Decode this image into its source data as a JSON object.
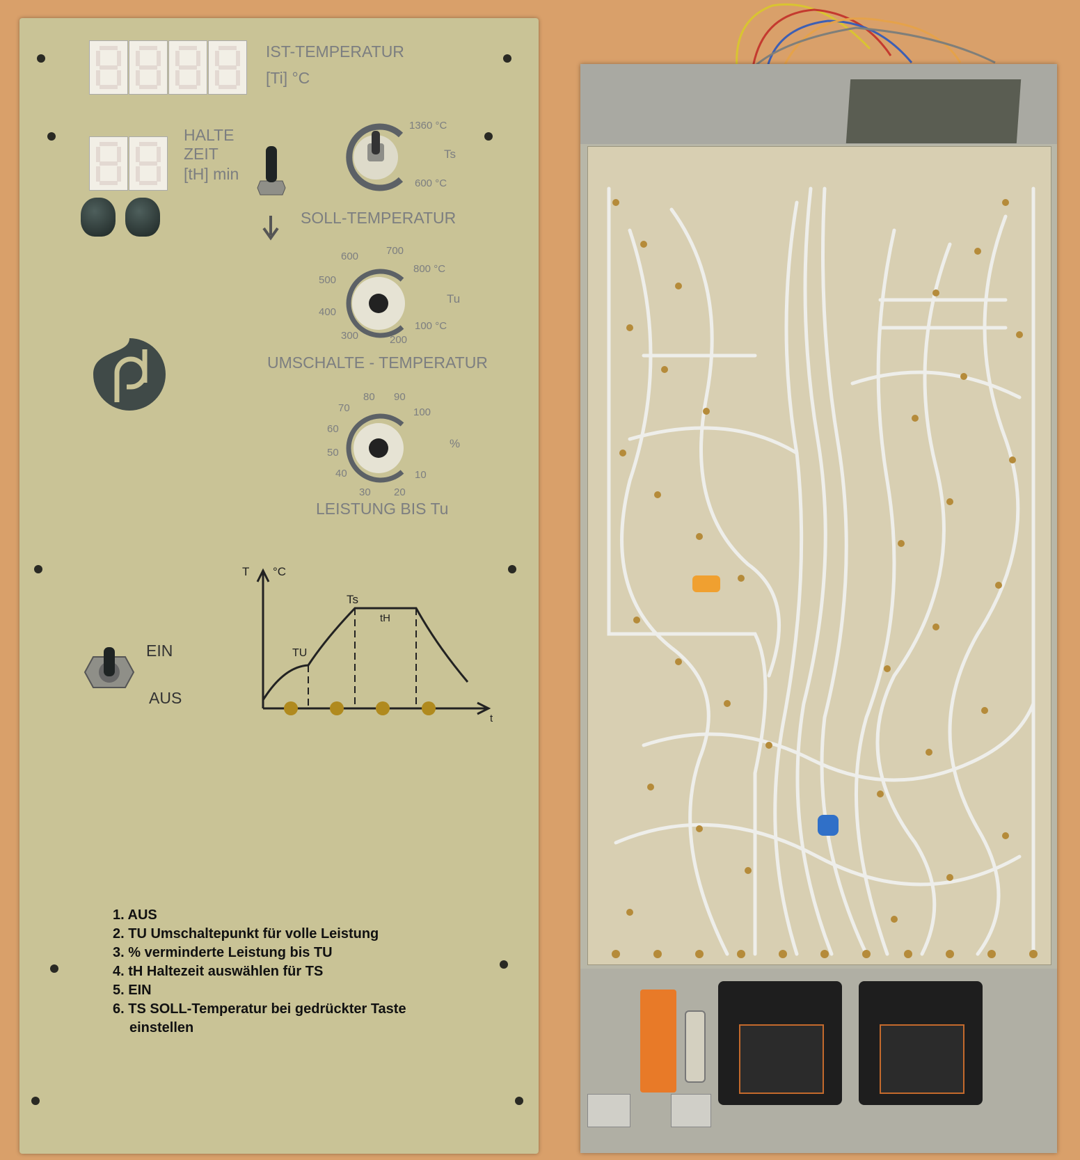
{
  "front_panel": {
    "actual_temp": {
      "label": "IST-TEMPERATUR",
      "unit": "[Ti]  °C"
    },
    "hold_time": {
      "line1": "HALTE",
      "line2": "ZEIT",
      "line3": "[tH]  min"
    },
    "set_temp": {
      "label": "SOLL-TEMPERATUR",
      "max": "1360 °C",
      "min": "600 °C",
      "symbol": "Ts"
    },
    "switch_temp": {
      "label": "UMSCHALTE - TEMPERATUR",
      "symbol": "Tu",
      "ticks": [
        "600",
        "700",
        "800 °C",
        "500",
        "400",
        "300",
        "200",
        "100 °C"
      ]
    },
    "power": {
      "label": "LEISTUNG BIS Tu",
      "symbol": "%",
      "ticks": [
        "80",
        "90",
        "70",
        "100",
        "60",
        "50",
        "40",
        "10",
        "30",
        "20"
      ]
    },
    "power_switch": {
      "on": "EIN",
      "off": "AUS"
    },
    "graph": {
      "y_axis": "T",
      "unit": "°C",
      "ts": "Ts",
      "th": "tH",
      "tu": "TU",
      "x_axis": "t"
    },
    "instructions": [
      "1. AUS",
      "2. TU Umschaltepunkt für volle Leistung",
      "3. % verminderte Leistung bis TU",
      "4. tH Haltezeit auswählen für TS",
      "5. EIN",
      "6. TS SOLL-Temperatur bei gedrückter Taste",
      "einstellen"
    ]
  },
  "colors": {
    "panel": "#c9c396",
    "label_gray": "#7c7e80",
    "dial_arc": "#5c6166",
    "pcb": "#d8cfb2",
    "trace": "#eeeeea",
    "background": "#d9a06a"
  }
}
